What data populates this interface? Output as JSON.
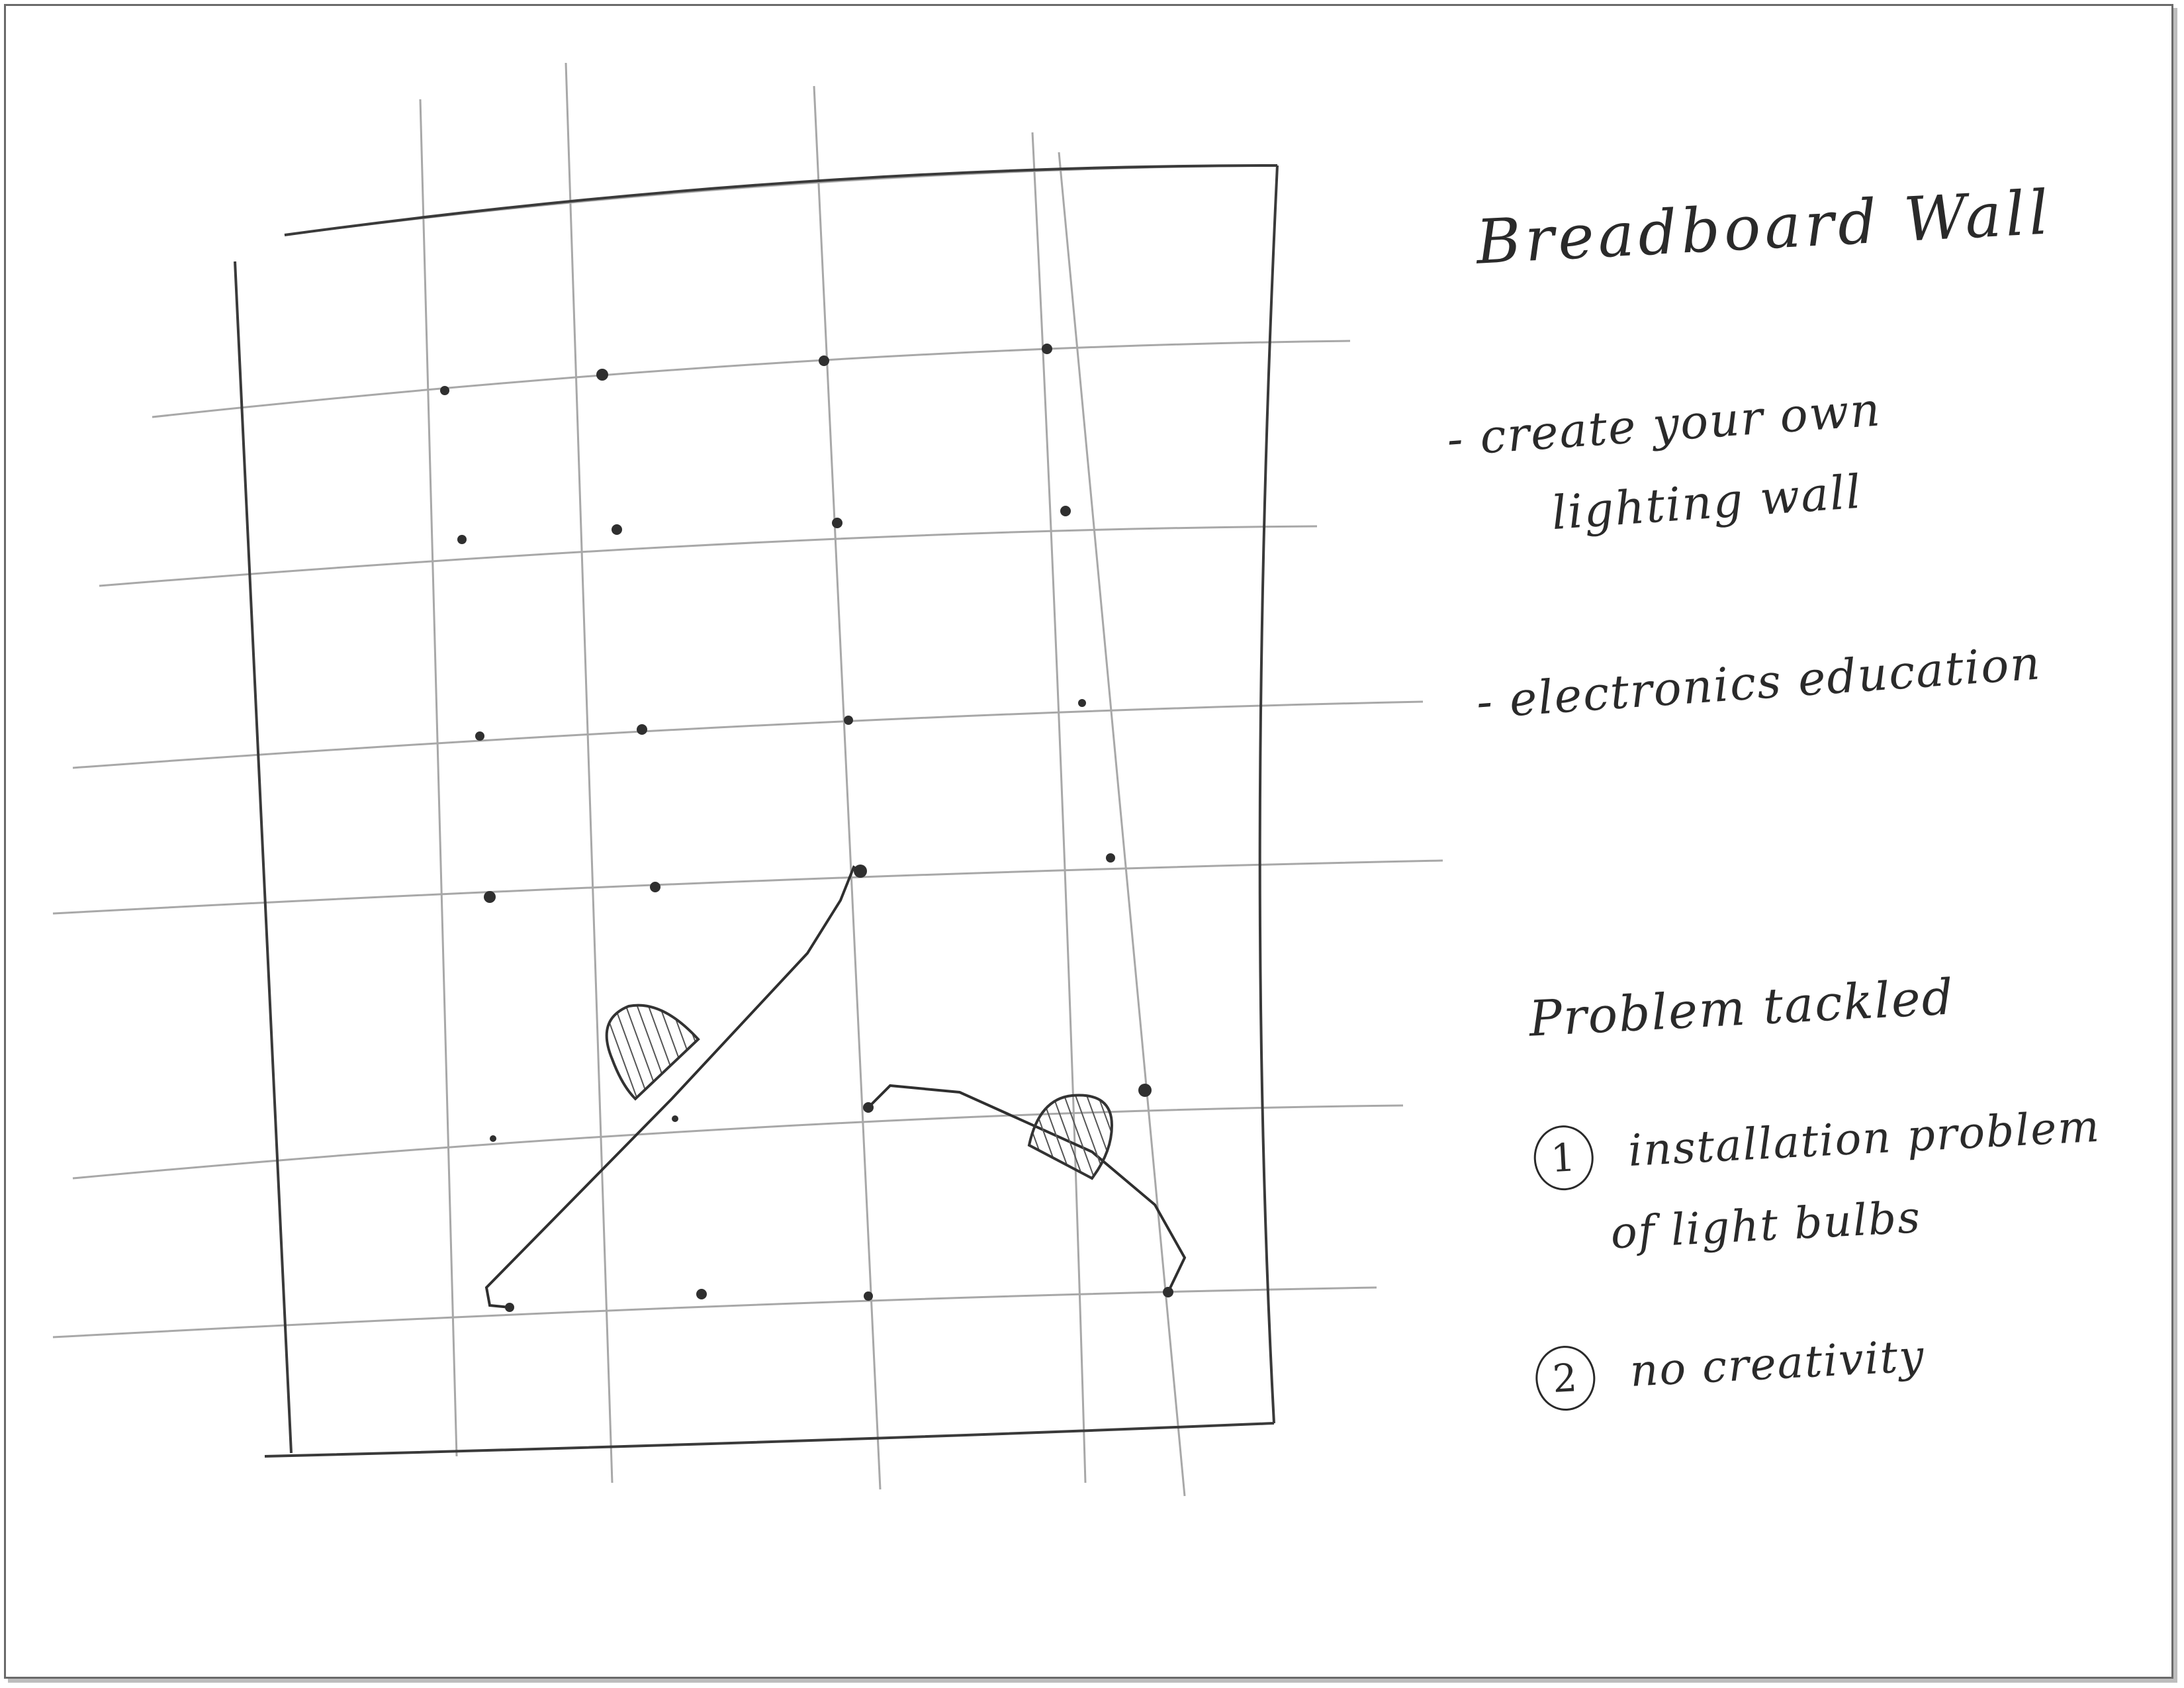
{
  "title": "Breadboard Wall",
  "features": [
    {
      "marker": "-",
      "lines": [
        "create your own",
        "lighting wall"
      ]
    },
    {
      "marker": "-",
      "lines": [
        "electronics education"
      ]
    }
  ],
  "problems": {
    "heading": "Problem tackled",
    "items": [
      {
        "number": "1",
        "lines": [
          "installation problem",
          "of light bulbs"
        ]
      },
      {
        "number": "2",
        "lines": [
          "no creativity"
        ]
      }
    ]
  },
  "colors": {
    "pencil": "#3a3a3a",
    "grid": "#9a9a9a",
    "shade": "#555555"
  }
}
